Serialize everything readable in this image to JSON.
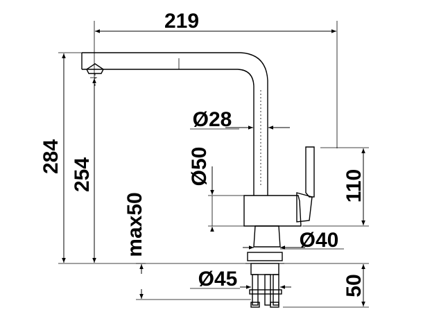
{
  "dimensions": {
    "overall_reach": "219",
    "total_height": "284",
    "spout_height": "254",
    "spout_diameter": "Ø28",
    "body_diameter": "Ø50",
    "lever_height": "110",
    "base_diameter": "Ø40",
    "mount_diameter": "Ø45",
    "max_deck_thickness": "max50",
    "shank_length": "50"
  }
}
